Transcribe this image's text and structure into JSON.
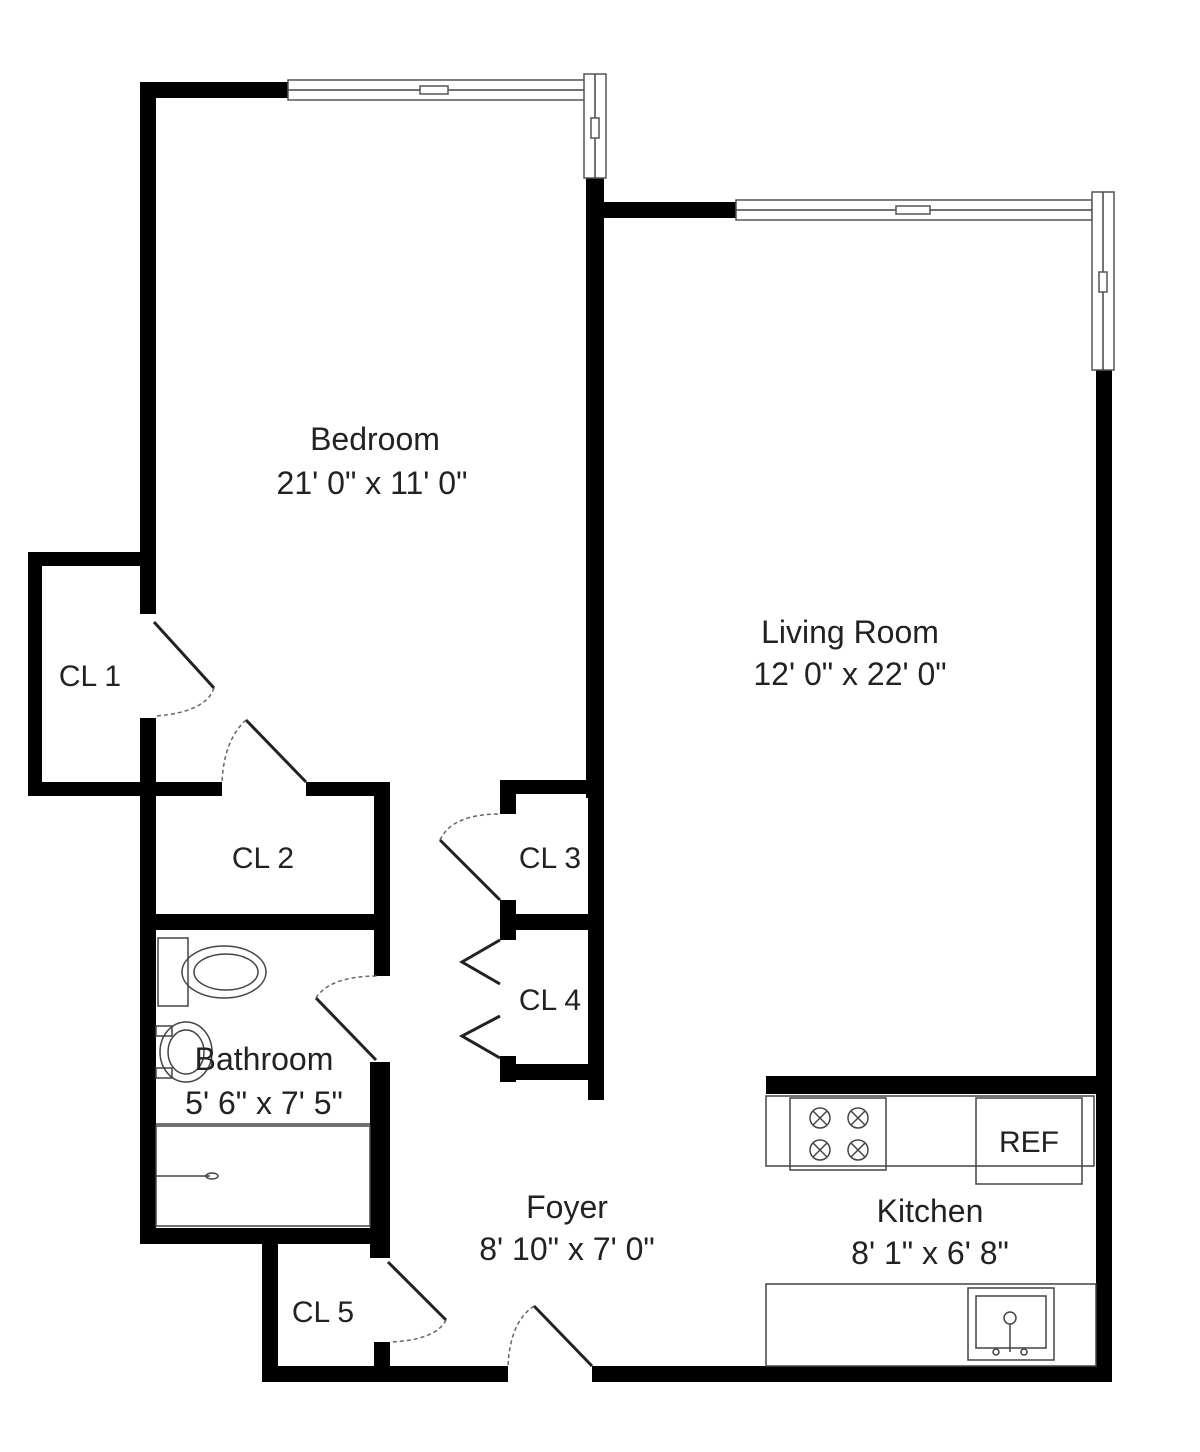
{
  "rooms": {
    "bedroom": {
      "name": "Bedroom",
      "dims": "21' 0\" x 11' 0\""
    },
    "living_room": {
      "name": "Living Room",
      "dims": "12' 0\" x 22' 0\""
    },
    "bathroom": {
      "name": "Bathroom",
      "dims": "5' 6\" x 7' 5\""
    },
    "foyer": {
      "name": "Foyer",
      "dims": "8' 10\" x 7' 0\""
    },
    "kitchen": {
      "name": "Kitchen",
      "dims": "8' 1\" x 6' 8\""
    }
  },
  "closets": {
    "cl1": "CL 1",
    "cl2": "CL 2",
    "cl3": "CL 3",
    "cl4": "CL 4",
    "cl5": "CL 5"
  },
  "appliances": {
    "refrigerator": "REF"
  }
}
